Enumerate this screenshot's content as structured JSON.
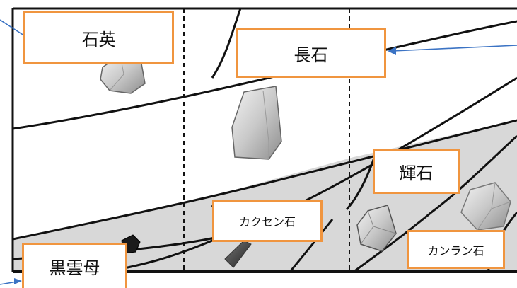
{
  "minerals": {
    "quartz": "石英",
    "feldspar": "長石",
    "pyroxene": "輝石",
    "amphibole": "カクセン石",
    "olivine": "カンラン石",
    "biotite": "黒雲母"
  },
  "colors": {
    "label_border": "#f0953f",
    "arrow": "#3b73c4",
    "band_fill": "#d8d8d8",
    "frame": "#111111"
  }
}
